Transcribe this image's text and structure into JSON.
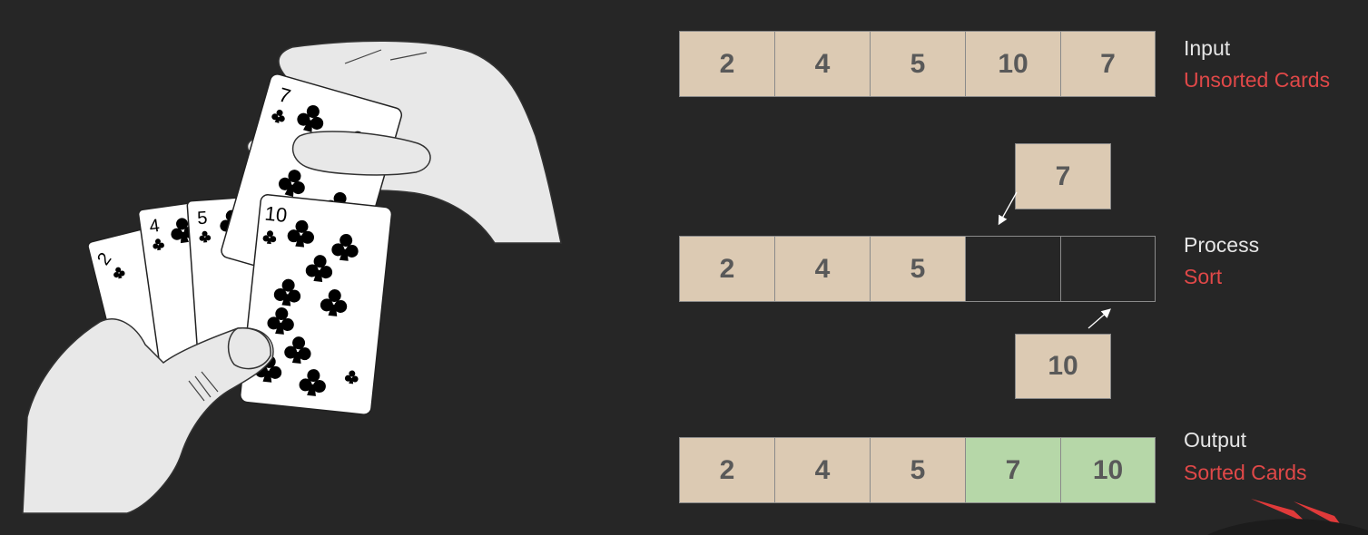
{
  "input_row": {
    "cells": [
      "2",
      "4",
      "5",
      "10",
      "7"
    ],
    "title": "Input",
    "subtitle": "Unsorted Cards"
  },
  "process_row": {
    "cells": [
      "2",
      "4",
      "5",
      "",
      ""
    ],
    "title": "Process",
    "subtitle": "Sort",
    "moving_top": "7",
    "moving_bottom": "10"
  },
  "output_row": {
    "cells": [
      "2",
      "4",
      "5",
      "7",
      "10"
    ],
    "title": "Output",
    "subtitle": "Sorted Cards"
  },
  "cards": [
    {
      "rank": "2"
    },
    {
      "rank": "4"
    },
    {
      "rank": "5"
    },
    {
      "rank": "7"
    },
    {
      "rank": "10"
    }
  ],
  "colors": {
    "background": "#262626",
    "cell_fill": "#dccab3",
    "sorted_fill": "#b6d7a8",
    "cell_text": "#595959",
    "title_text": "#e6e6e6",
    "accent_red": "#e04848"
  }
}
